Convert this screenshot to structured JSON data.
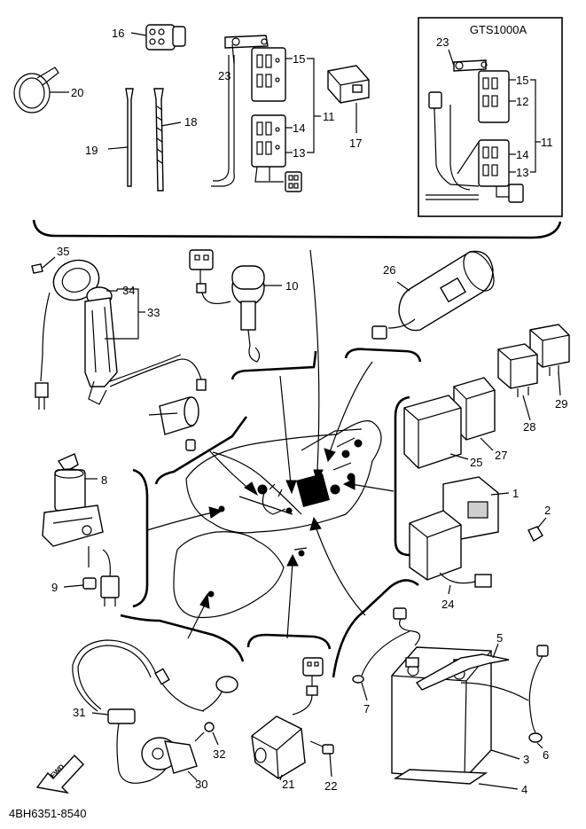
{
  "diagram": {
    "inset_title": "GTS1000A",
    "drawing_code": "4BH6351-8540",
    "fwd_label": "FWD",
    "callouts": [
      {
        "id": "c16",
        "label": "16"
      },
      {
        "id": "c20",
        "label": "20"
      },
      {
        "id": "c19",
        "label": "19"
      },
      {
        "id": "c18",
        "label": "18"
      },
      {
        "id": "c23a",
        "label": "23"
      },
      {
        "id": "c15a",
        "label": "15"
      },
      {
        "id": "c11a",
        "label": "11"
      },
      {
        "id": "c14a",
        "label": "14"
      },
      {
        "id": "c13a",
        "label": "13"
      },
      {
        "id": "c17",
        "label": "17"
      },
      {
        "id": "c23b",
        "label": "23"
      },
      {
        "id": "c15b",
        "label": "15"
      },
      {
        "id": "c12",
        "label": "12"
      },
      {
        "id": "c11b",
        "label": "11"
      },
      {
        "id": "c14b",
        "label": "14"
      },
      {
        "id": "c13b",
        "label": "13"
      },
      {
        "id": "c35",
        "label": "35"
      },
      {
        "id": "c34",
        "label": "34"
      },
      {
        "id": "c33",
        "label": "33"
      },
      {
        "id": "c10",
        "label": "10"
      },
      {
        "id": "c26",
        "label": "26"
      },
      {
        "id": "c29",
        "label": "29"
      },
      {
        "id": "c28",
        "label": "28"
      },
      {
        "id": "c27",
        "label": "27"
      },
      {
        "id": "c25",
        "label": "25"
      },
      {
        "id": "c8",
        "label": "8"
      },
      {
        "id": "c1",
        "label": "1"
      },
      {
        "id": "c2",
        "label": "2"
      },
      {
        "id": "c9",
        "label": "9"
      },
      {
        "id": "c24",
        "label": "24"
      },
      {
        "id": "c5",
        "label": "5"
      },
      {
        "id": "c7",
        "label": "7"
      },
      {
        "id": "c31",
        "label": "31"
      },
      {
        "id": "c32",
        "label": "32"
      },
      {
        "id": "c30",
        "label": "30"
      },
      {
        "id": "c21",
        "label": "21"
      },
      {
        "id": "c22",
        "label": "22"
      },
      {
        "id": "c6",
        "label": "6"
      },
      {
        "id": "c3",
        "label": "3"
      },
      {
        "id": "c4",
        "label": "4"
      }
    ]
  }
}
